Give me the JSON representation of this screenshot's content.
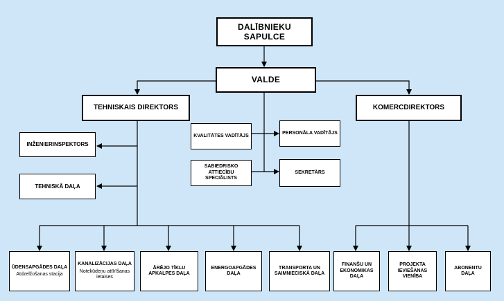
{
  "colors": {
    "background": "#cfe6f8",
    "box_fill": "#ffffff",
    "line": "#000000"
  },
  "nodes": {
    "meeting": "DALĪBNIEKU SAPULCE",
    "board": "VALDE",
    "tech_director": "TEHNISKAIS DIREKTORS",
    "commercial_director": "KOMERCDIREKTORS",
    "quality": "KVALITĀTES VADĪTĀJS",
    "public_relations": "SABIEDRISKO ATTIECĪBU SPECIĀLISTS",
    "personnel": "PERSONĀLA VADĪTĀJS",
    "secretary": "SEKRETĀRS",
    "engineer_inspector": "INŽENIERINSPEKTORS",
    "technical_dept": "TEHNISKĀ DAĻA",
    "water_supply": {
      "title": "ŪDENSAPGĀDES DAĻA",
      "sub": "Atdzelžošanas stacija"
    },
    "sewerage": {
      "title": "KANALIZĀCIJAS DAĻA",
      "sub": "Notekūdeņu attīrīšanas ietaises"
    },
    "external_networks": "ĀRĒJO TĪKLU APKALPES DAĻA",
    "energy_supply": "ENERGOAPGĀDES DAĻA",
    "transport": "TRANSPORTA UN SAIMNIECISKĀ DAĻA",
    "finance": "FINANŠU UN EKONOMIKAS DAĻA",
    "project_unit": "PROJEKTA IEVIEŠANAS VIENĪBA",
    "subscribers": "ABONENTU DAĻA"
  }
}
